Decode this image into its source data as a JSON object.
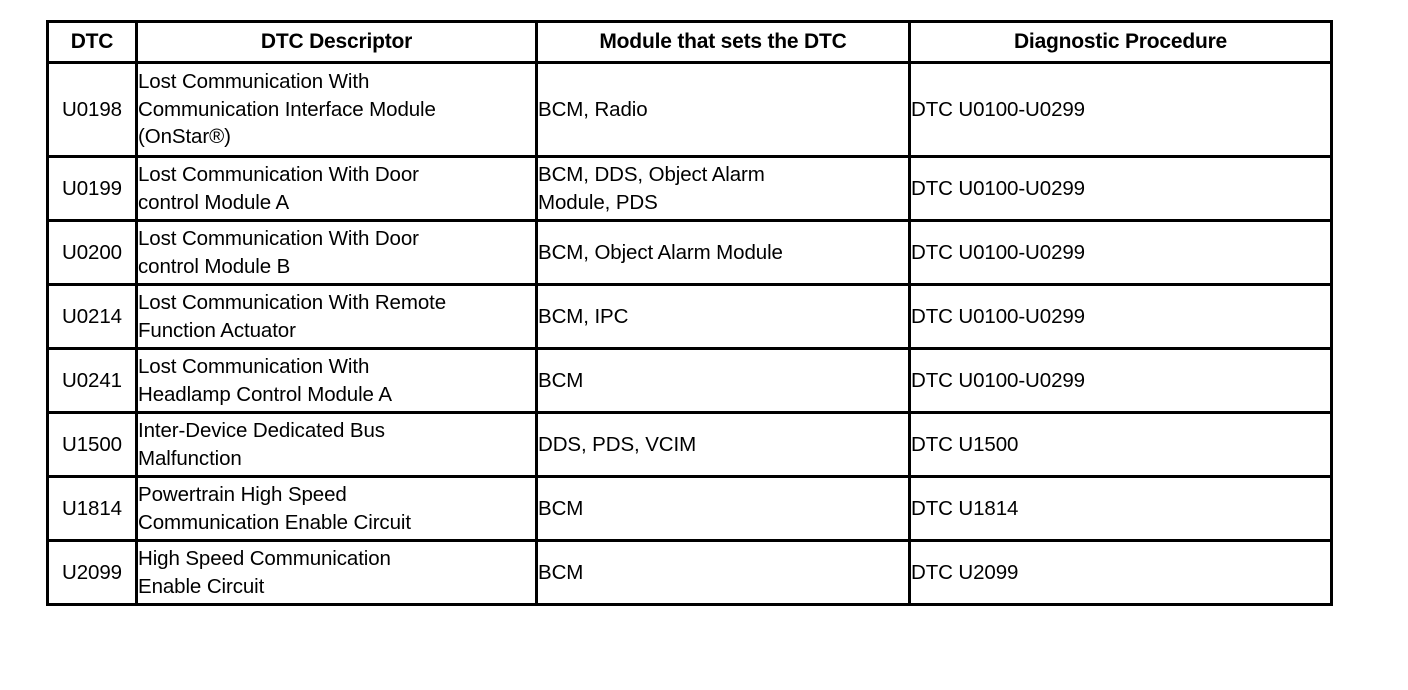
{
  "table": {
    "name": "dtc-diagnostic-trouble-code-table",
    "columns": [
      {
        "key": "dtc",
        "label": "DTC",
        "align": "center"
      },
      {
        "key": "descriptor",
        "label": "DTC Descriptor",
        "align": "center"
      },
      {
        "key": "module",
        "label": "Module that sets the DTC",
        "align": "center"
      },
      {
        "key": "procedure",
        "label": "Diagnostic Procedure",
        "align": "center"
      }
    ],
    "rows": [
      {
        "dtc": "U0198",
        "descriptor": "Lost Communication With\nCommunication Interface Module\n(OnStar®)",
        "module": "BCM, Radio",
        "procedure": "DTC U0100-U0299"
      },
      {
        "dtc": "U0199",
        "descriptor": "Lost Communication With Door\ncontrol Module A",
        "module": "BCM, DDS, Object Alarm\nModule, PDS",
        "procedure": "DTC U0100-U0299"
      },
      {
        "dtc": "U0200",
        "descriptor": "Lost Communication With Door\ncontrol Module B",
        "module": "BCM, Object Alarm Module",
        "procedure": "DTC U0100-U0299"
      },
      {
        "dtc": "U0214",
        "descriptor": "Lost Communication With Remote\nFunction Actuator",
        "module": "BCM, IPC",
        "procedure": "DTC U0100-U0299"
      },
      {
        "dtc": "U0241",
        "descriptor": "Lost Communication With\nHeadlamp Control Module A",
        "module": "BCM",
        "procedure": "DTC U0100-U0299"
      },
      {
        "dtc": "U1500",
        "descriptor": "Inter-Device Dedicated Bus\nMalfunction",
        "module": "DDS, PDS, VCIM",
        "procedure": "DTC U1500"
      },
      {
        "dtc": "U1814",
        "descriptor": "Powertrain High Speed\nCommunication Enable Circuit",
        "module": "BCM",
        "procedure": "DTC U1814"
      },
      {
        "dtc": "U2099",
        "descriptor": "High Speed Communication\nEnable Circuit",
        "module": "BCM",
        "procedure": "DTC U2099"
      }
    ]
  },
  "colors": {
    "background": "#ffffff",
    "text": "#000000",
    "border": "#000000"
  }
}
